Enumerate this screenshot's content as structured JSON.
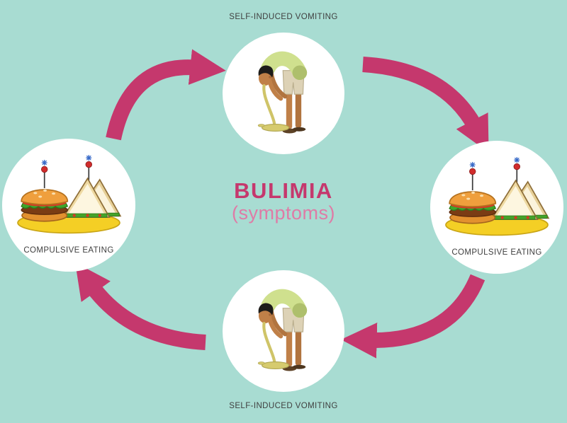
{
  "title": {
    "main": "BULIMIA",
    "subtitle": "(symptoms)"
  },
  "nodes": {
    "top": {
      "label": "SELF-INDUCED VOMITING",
      "illustration": "vomiting-person"
    },
    "right": {
      "label": "COMPULSIVE EATING",
      "illustration": "food-plate"
    },
    "bottom": {
      "label": "SELF-INDUCED VOMITING",
      "illustration": "vomiting-person"
    },
    "left": {
      "label": "COMPULSIVE EATING",
      "illustration": "food-plate"
    }
  },
  "cycle_order": [
    "left",
    "top",
    "right",
    "bottom"
  ],
  "colors": {
    "background": "#a8dcd2",
    "accent_arrow": "#c5386d",
    "title_main": "#c5386d",
    "title_subtitle": "#df7ba6",
    "label_text": "#404040",
    "node_background": "#ffffff"
  }
}
